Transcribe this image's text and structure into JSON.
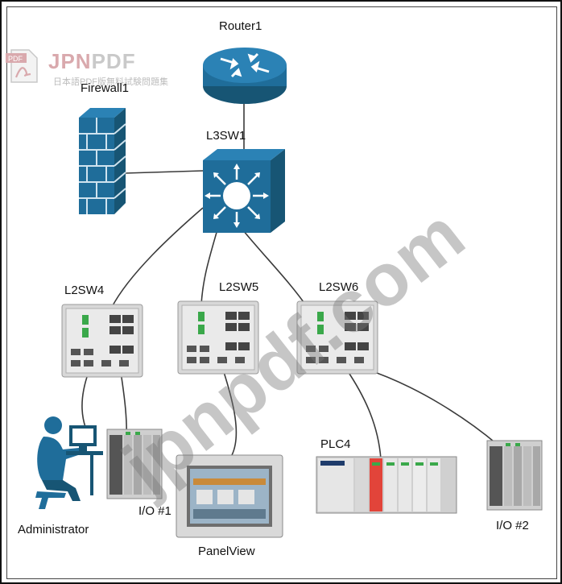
{
  "logo": {
    "main_left": "JPN",
    "main_right": "PDF",
    "sub": "日本語PDF版無料試験問題集",
    "badge": "PDF"
  },
  "watermark": {
    "text_top": "jpnpdf.com"
  },
  "nodes": {
    "router": "Router1",
    "firewall": "Firewall1",
    "l3switch": "L3SW1",
    "sw4": "L2SW4",
    "sw5": "L2SW5",
    "sw6": "L2SW6",
    "admin": "Administrator",
    "io1": "I/O #1",
    "panelview": "PanelView",
    "plc4": "PLC4",
    "io2": "I/O #2"
  },
  "colors": {
    "device_blue": "#1f6d9a",
    "device_dark": "#175574",
    "switch_gray": "#d8d8d8",
    "link": "#3a3a3a"
  }
}
